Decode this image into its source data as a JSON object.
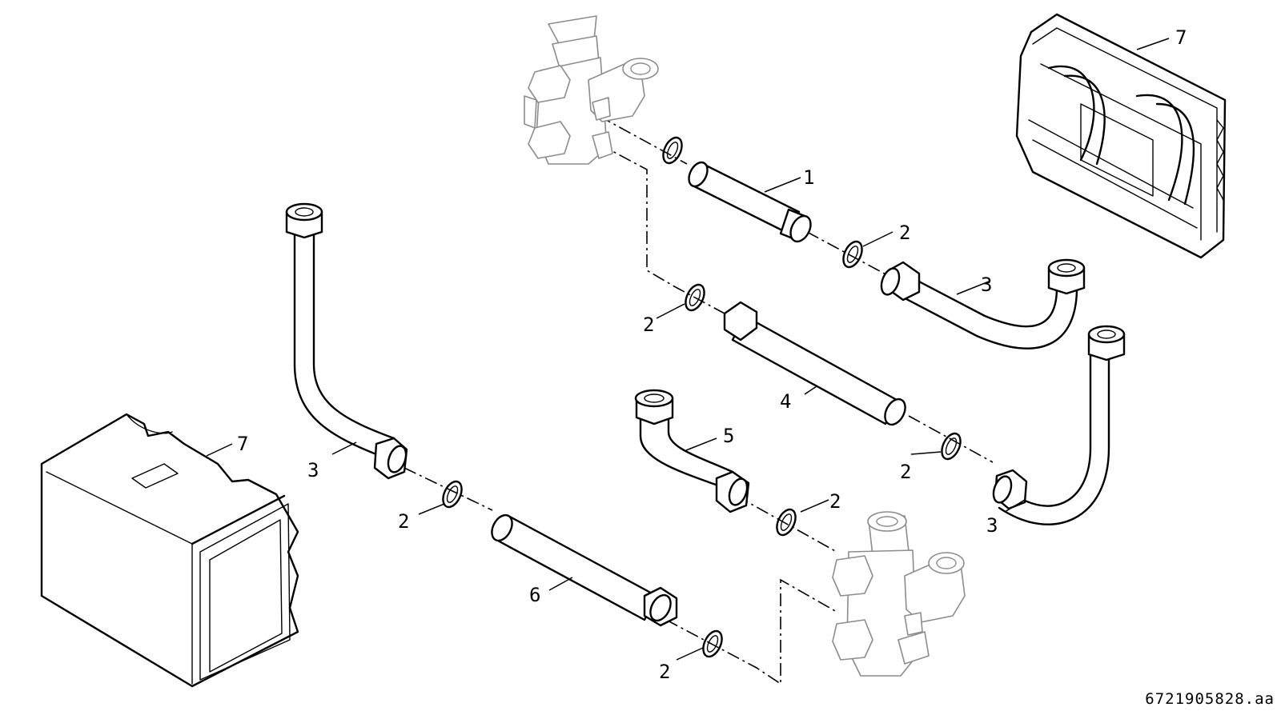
{
  "labels": {
    "pipe_1": "1",
    "seal_a": "2",
    "seal_b": "2",
    "seal_c": "2",
    "seal_d": "2",
    "seal_e": "2",
    "seal_f": "2",
    "elbow_a": "3",
    "elbow_b": "3",
    "elbow_c": "3",
    "pipe_4": "4",
    "elbow_5": "5",
    "pipe_6": "6",
    "insulation_a": "7",
    "insulation_b": "7"
  },
  "image_code": "6721905828.aa"
}
